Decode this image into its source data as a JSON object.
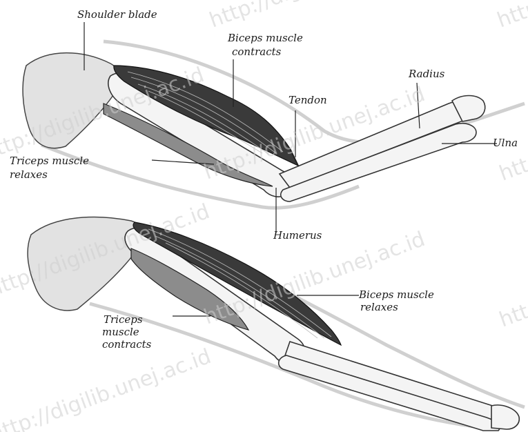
{
  "labels": {
    "shoulder_blade": "Shoulder blade",
    "biceps_contracts_1": "Biceps muscle",
    "biceps_contracts_2": "contracts",
    "radius": "Radius",
    "tendon": "Tendon",
    "ulna": "Ulna",
    "triceps_relaxes_1": "Triceps muscle",
    "triceps_relaxes_2": "relaxes",
    "humerus": "Humerus",
    "biceps_relaxes_1": "Biceps muscle",
    "biceps_relaxes_2": "relaxes",
    "triceps_contracts_1": "Triceps",
    "triceps_contracts_2": "muscle",
    "triceps_contracts_3": "contracts"
  },
  "watermarks": [
    "http://digilib.unej.ac.id",
    "http://digilib.unej.ac.id",
    "http://digilib.unej.ac.id",
    "http://digilib.unej.ac.id",
    "http://digilib.unej.ac.id",
    "http://digilib.unej.ac.id",
    "http://digilib.unej.ac.id",
    "http://digilib.unej.ac.id",
    "http://digilib.unej.ac.id"
  ]
}
